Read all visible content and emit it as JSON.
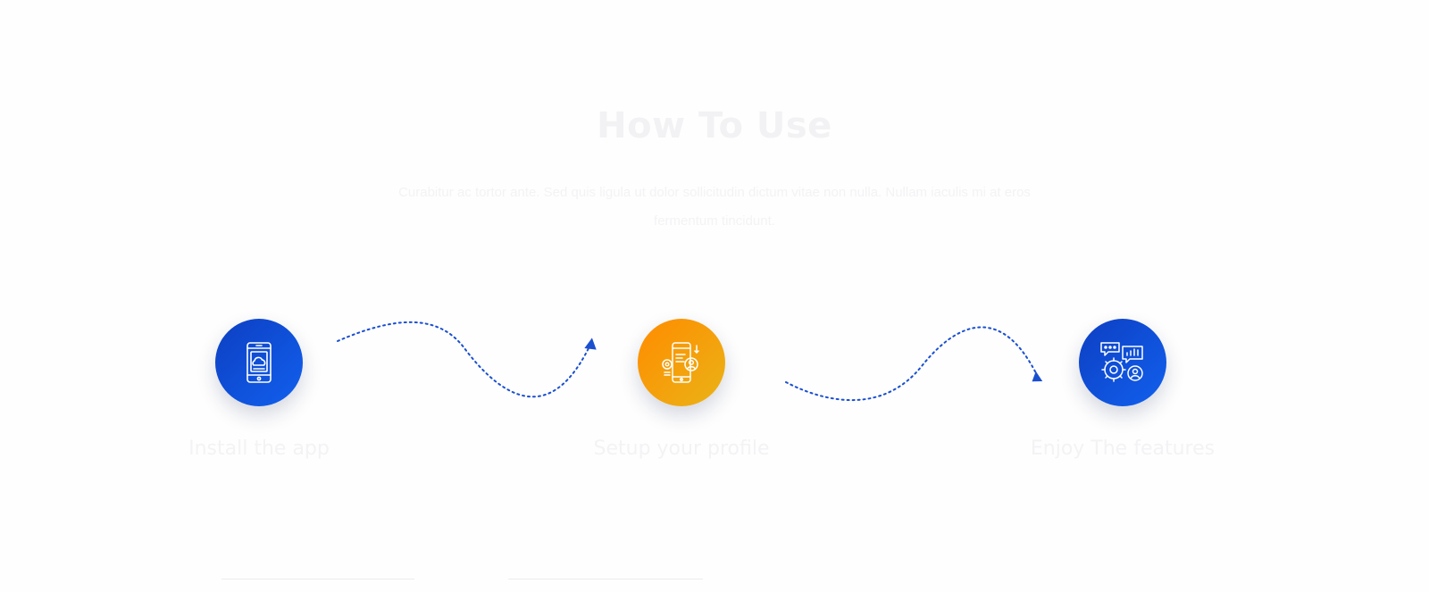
{
  "section": {
    "title": "How To Use",
    "subtitle": "Curabitur ac tortor ante. Sed quis ligula ut dolor sollicitudin dictum vitae non nulla. Nullam iaculis mi at eros fermentum tincidunt."
  },
  "steps": [
    {
      "label": "Install the app",
      "icon": "smartphone-cloud-icon",
      "color": "#1160ee"
    },
    {
      "label": "Setup your profile",
      "icon": "mobile-profile-settings-icon",
      "color": "#ff8c00"
    },
    {
      "label": "Enjoy The features",
      "icon": "gear-chat-analytics-icon",
      "color": "#1160ee"
    }
  ],
  "colors": {
    "blue_dark": "#0d3fc2",
    "blue_light": "#1160ee",
    "orange_dark": "#ff8c00",
    "orange_light": "#eab317",
    "connector": "#1a4fd0"
  }
}
